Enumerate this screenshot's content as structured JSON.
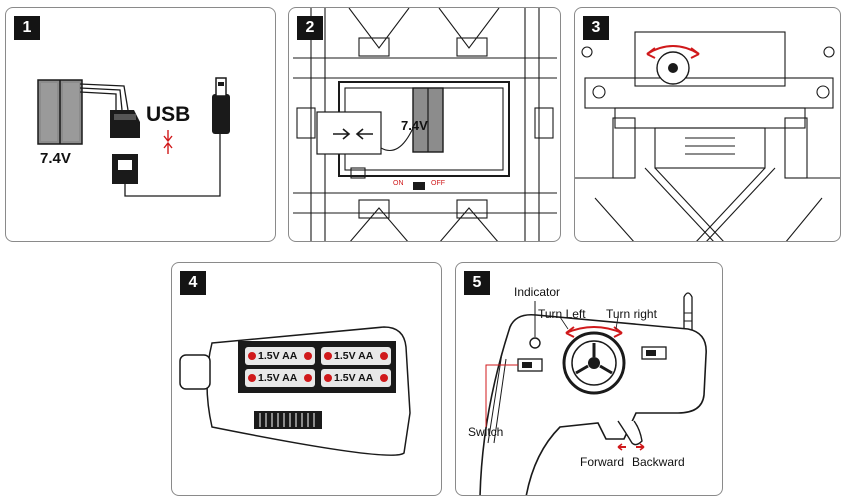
{
  "panels": [
    {
      "step": "1",
      "labels": {
        "battery": "7.4V",
        "usb": "USB"
      }
    },
    {
      "step": "2",
      "labels": {
        "battery": "7.4V",
        "switch_on": "ON",
        "switch_off": "OFF"
      }
    },
    {
      "step": "3"
    },
    {
      "step": "4",
      "cells": [
        "1.5V AA",
        "1.5V AA",
        "1.5V AA",
        "1.5V AA"
      ]
    },
    {
      "step": "5",
      "labels": {
        "indicator": "Indicator",
        "turn_left": "Turn Left",
        "turn_right": "Turn right",
        "switch": "Switch",
        "forward": "Forward",
        "backward": "Backward"
      }
    }
  ],
  "colors": {
    "arrow_red": "#d0191b",
    "ink": "#1a1a1a",
    "battery_gray": "#8c8c8c"
  }
}
